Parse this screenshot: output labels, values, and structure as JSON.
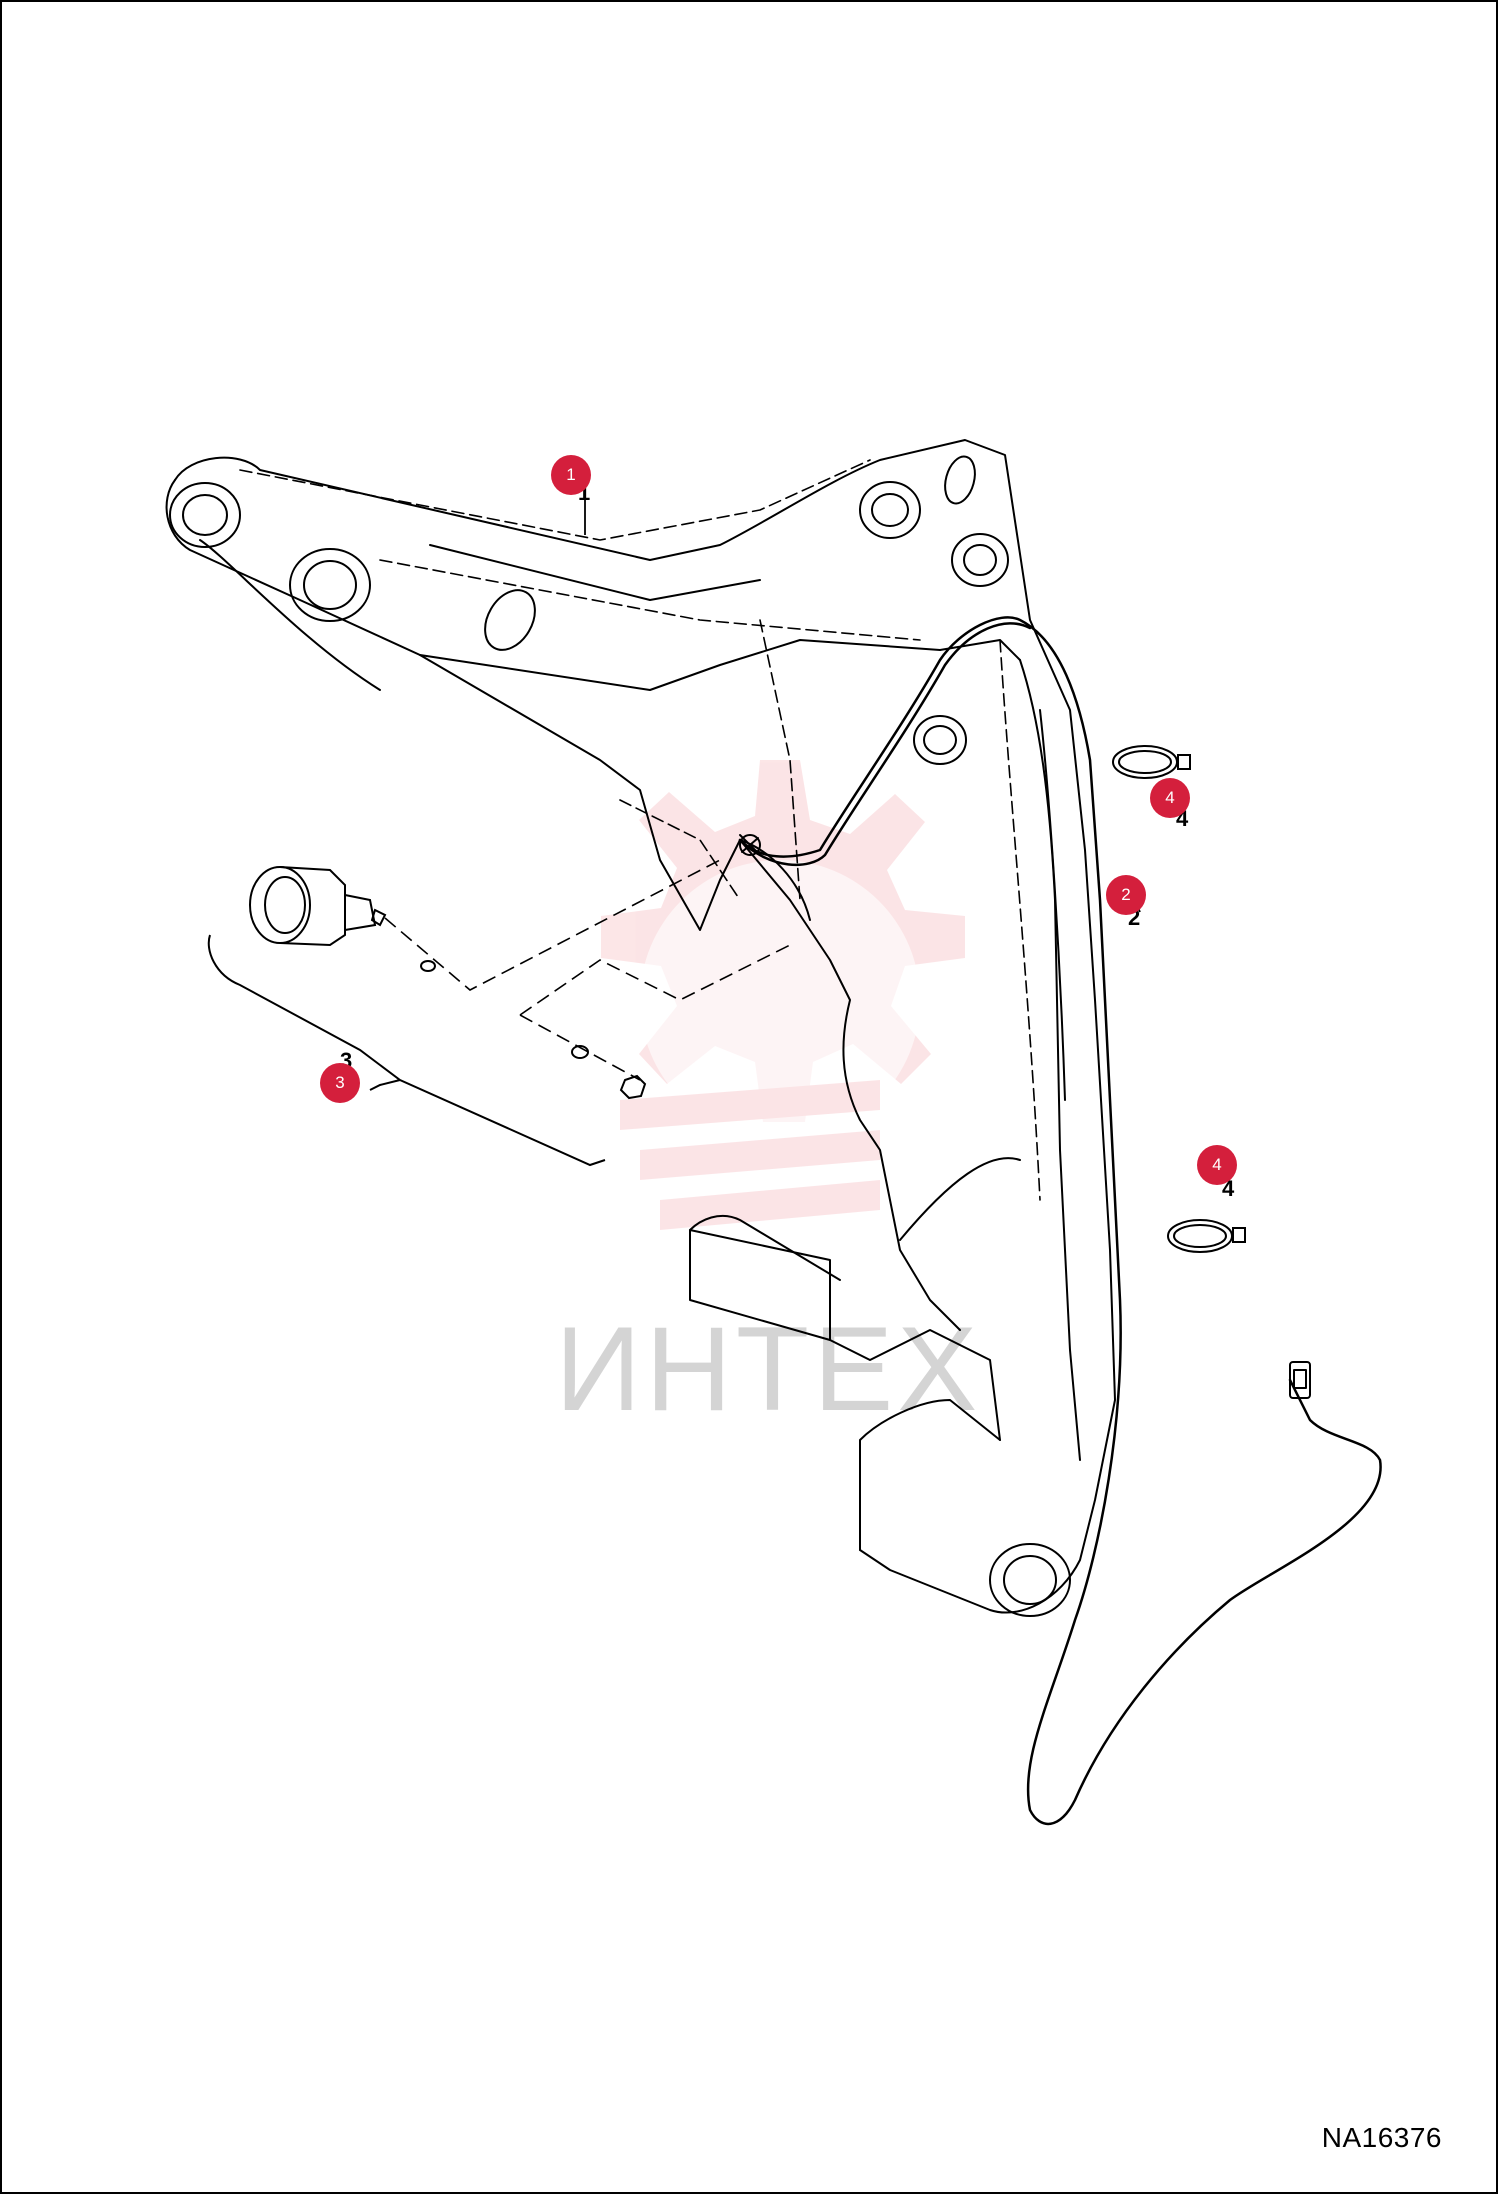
{
  "watermark": {
    "text": "ИНТЕХ",
    "color": "#e83a48"
  },
  "callouts": [
    {
      "number": "1",
      "part_label": "1"
    },
    {
      "number": "2",
      "part_label": "2"
    },
    {
      "number": "3",
      "part_label": "3"
    },
    {
      "number": "4",
      "part_label": "4"
    },
    {
      "number": "4",
      "part_label": "4"
    }
  ],
  "figure_code": "NA16376",
  "colors": {
    "callout": "#d41f3c",
    "line": "#000000"
  }
}
